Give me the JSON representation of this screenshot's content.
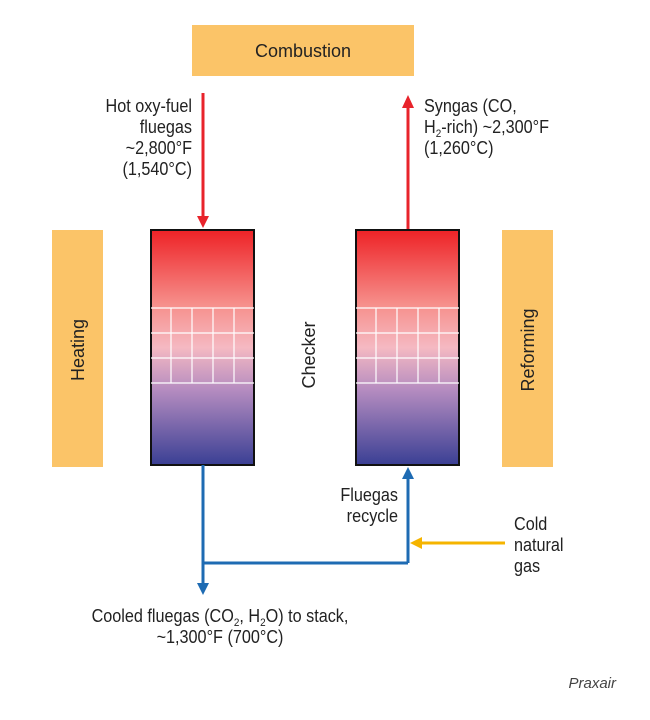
{
  "boxes": {
    "combustion": "Combustion",
    "heating": "Heating",
    "reforming": "Reforming",
    "checker": "Checker"
  },
  "labels": {
    "hot_fluegas": {
      "line1": "Hot oxy-fuel",
      "line2": "fluegas",
      "line3": "~2,800°F (1,540°C)"
    },
    "syngas": {
      "line1": "Syngas (CO,",
      "line2_a": "H",
      "line2_sub": "2",
      "line2_b": "-rich) ~2,300°F",
      "line3": "(1,260°C)"
    },
    "fluegas_recycle": {
      "line1": "Fluegas",
      "line2": "recycle"
    },
    "cold_gas": {
      "line1": "Cold",
      "line2": "natural",
      "line3": "gas"
    },
    "cooled": {
      "a": "Cooled fluegas (CO",
      "sub1": "2",
      "b": ", H",
      "sub2": "2",
      "c": "O) to stack,",
      "line2": "~1,300°F (700°C)"
    }
  },
  "credit": "Praxair",
  "colors": {
    "box_fill": "#fbc468",
    "hot_flow": "#e8232b",
    "cool_flow": "#1e6bb3",
    "natural_gas": "#f5b400",
    "regen_top": "#ee2226",
    "regen_bottom": "#3a3f94"
  }
}
